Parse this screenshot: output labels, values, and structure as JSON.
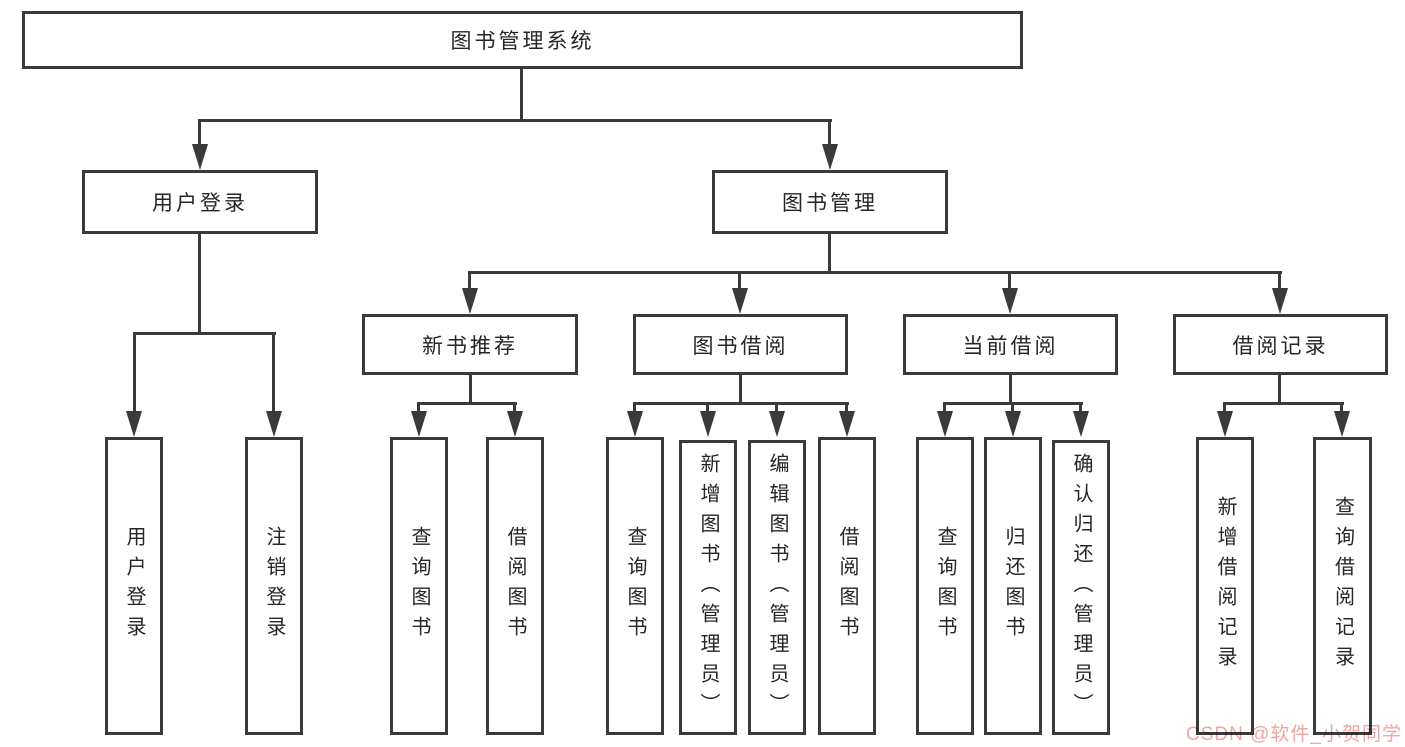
{
  "diagram": {
    "root": {
      "label": "图书管理系统"
    },
    "level1": [
      {
        "label": "用户登录"
      },
      {
        "label": "图书管理"
      }
    ],
    "level2": [
      {
        "label": "新书推荐",
        "parent": "图书管理"
      },
      {
        "label": "图书借阅",
        "parent": "图书管理"
      },
      {
        "label": "当前借阅",
        "parent": "图书管理"
      },
      {
        "label": "借阅记录",
        "parent": "图书管理"
      }
    ],
    "leaves": {
      "user_login": [
        "用户登录",
        "注销登录"
      ],
      "new_book": [
        "查询图书",
        "借阅图书"
      ],
      "book_borrow": [
        "查询图书",
        "新增图书（管理员）",
        "编辑图书（管理员）",
        "借阅图书"
      ],
      "current_borrow": [
        "查询图书",
        "归还图书",
        "确认归还（管理员）"
      ],
      "borrow_record": [
        "新增借阅记录",
        "查询借阅记录"
      ]
    },
    "watermark": "CSDN @软件_小贺同学",
    "colors": {
      "line": "#3a3a3a",
      "border": "#3a3a3a",
      "text": "#262626",
      "watermark": "#efa6a2",
      "background": "#ffffff"
    }
  }
}
